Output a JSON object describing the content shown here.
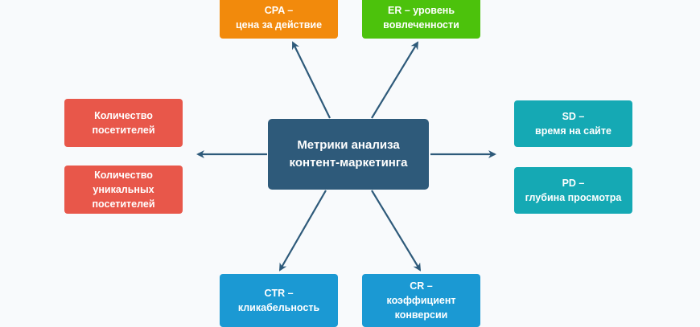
{
  "diagram": {
    "center": {
      "lines": [
        "Метрики анализа",
        "контент-маркетинга"
      ]
    },
    "nodes": {
      "cpa": {
        "lines": [
          "CPA –",
          "цена за действие"
        ],
        "color": "#f28a0c"
      },
      "er": {
        "lines": [
          "ER – уровень",
          "вовлеченности"
        ],
        "color": "#4cc20c"
      },
      "visitors": {
        "lines": [
          "Количество",
          "посетителей"
        ],
        "color": "#e8574a"
      },
      "unique_visitors": {
        "lines": [
          "Количество",
          "уникальных",
          "посетителей"
        ],
        "color": "#e8574a"
      },
      "sd": {
        "lines": [
          "SD –",
          "время на сайте"
        ],
        "color": "#15a9b4"
      },
      "pd": {
        "lines": [
          "PD –",
          "глубина просмотра"
        ],
        "color": "#15a9b4"
      },
      "ctr": {
        "lines": [
          "CTR –",
          "кликабельность"
        ],
        "color": "#1b99d3"
      },
      "cr": {
        "lines": [
          "CR –",
          "коэффициент",
          "конверсии"
        ],
        "color": "#1b99d3"
      }
    },
    "center_color": "#2e5a7a",
    "arrow_color": "#2e5a7a"
  }
}
